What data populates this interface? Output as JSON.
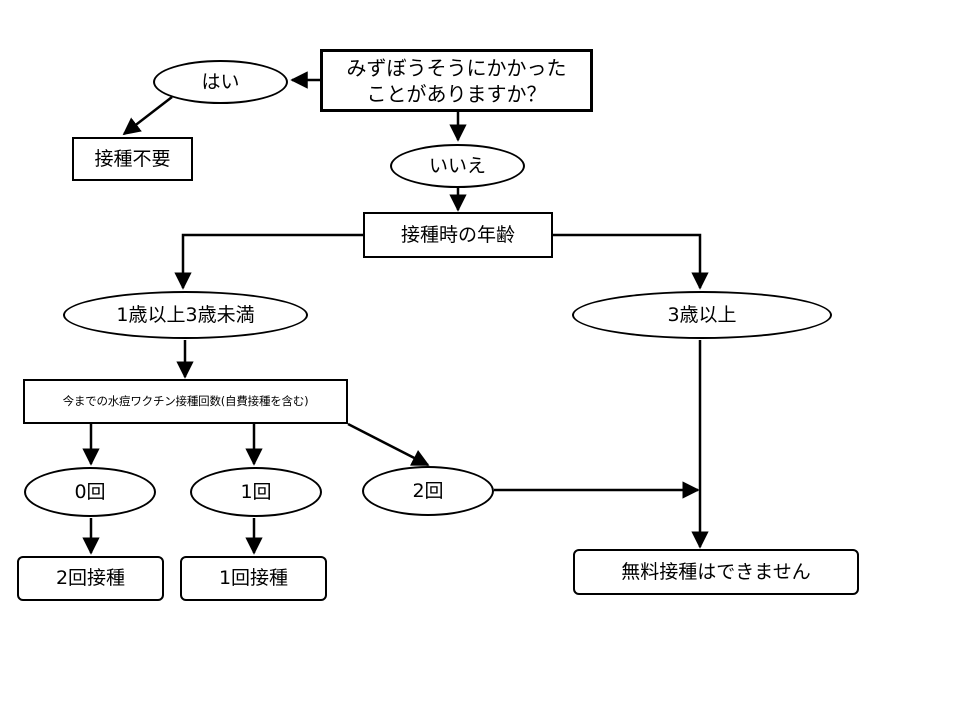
{
  "nodes": {
    "question": [
      "みずぼうそうにかかった",
      "ことがありますか？"
    ],
    "yes": "はい",
    "no_vaccination_needed": "接種不要",
    "no": "いいえ",
    "age_at_vaccination": "接種時の年齢",
    "age_1_to_under_3": "1歳以上3歳未満",
    "age_3_plus": "3歳以上",
    "previous_doses": "今までの水痘ワクチン接種回数(自費接種を含む)",
    "dose_0": "0回",
    "dose_1": "1回",
    "dose_2": "2回",
    "result_two_doses": "2回接種",
    "result_one_dose": "1回接種",
    "result_not_free": "無料接種はできません"
  },
  "colors": {
    "line": "#000000",
    "fill": "#ffffff"
  }
}
